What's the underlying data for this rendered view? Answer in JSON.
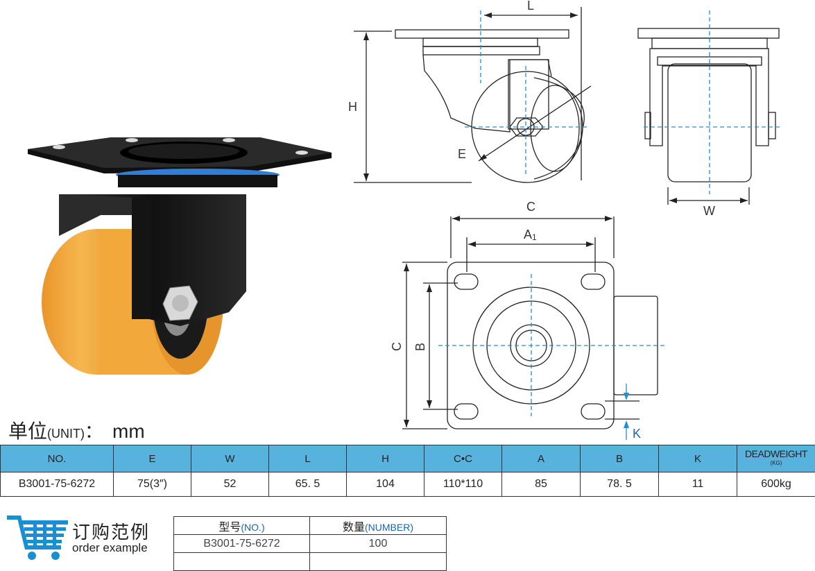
{
  "drawing": {
    "labels": {
      "L": "L",
      "H": "H",
      "E": "E",
      "W": "W",
      "C_top": "C",
      "A1_main": "A",
      "A1_sub": "1",
      "C_side": "C",
      "B": "B",
      "K": "K"
    }
  },
  "unit": {
    "label_cn": "单位",
    "label_en": "(UNIT)",
    "colon": "：",
    "value": "mm"
  },
  "spec_table": {
    "headers": {
      "no": "NO.",
      "e": "E",
      "w": "W",
      "l": "L",
      "h": "H",
      "cc": "C•C",
      "a": "A",
      "b": "B",
      "k": "K",
      "deadweight": "DEADWEIGHT",
      "deadweight_unit": "(KG)"
    },
    "row": {
      "no": "B3001-75-6272",
      "e": "75(3″)",
      "w": "52",
      "l": "65. 5",
      "h": "104",
      "cc": "110*110",
      "a": "85",
      "b": "78. 5",
      "k": "11",
      "deadweight": "600kg"
    }
  },
  "order_example": {
    "label_cn": "订购范例",
    "label_en": "order example",
    "col_model_cn": "型号",
    "col_model_en": "(NO.)",
    "col_qty_cn": "数量",
    "col_qty_en": "(NUMBER)",
    "model_value": "B3001-75-6272",
    "qty_value": "100"
  },
  "colors": {
    "table_header": "#57b3de",
    "wheel_orange": "#f0a53a",
    "bracket_black": "#1d1d1d",
    "seal_blue": "#2f7fd6",
    "centerline_blue": "#1e90d6",
    "cart_blue": "#1b8ed1"
  }
}
